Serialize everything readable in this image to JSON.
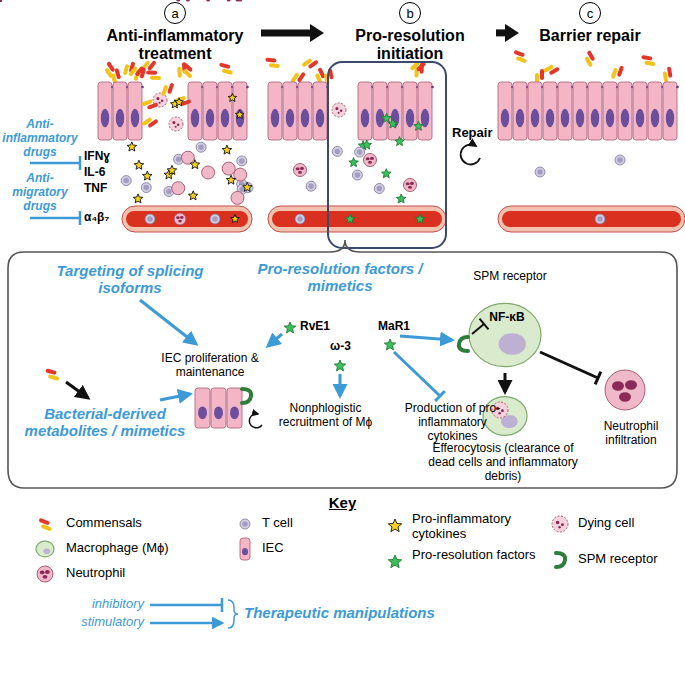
{
  "diagram": {
    "nodes": [
      {
        "text": [
          "a",
          "Anti-inflammatory treatment"
        ]
      },
      {
        "text": [
          "b",
          "Pro-resolution initiation"
        ]
      },
      {
        "text": [
          "c",
          "Barrier repair"
        ]
      }
    ],
    "edges": [
      {
        "from": 0,
        "to": 1,
        "arrow": "to"
      },
      {
        "from": 1,
        "to": 2,
        "arrow": "to"
      }
    ],
    "labels": [
      "Anti-inflammatory drugs",
      "IFNɣ",
      "IL-6",
      "TNF",
      "Anti-migratory drugs",
      "α₄β₇",
      "Repair",
      "Targeting of splicing isoforms",
      "Pro-resolution factors / mimetics",
      "RvE1",
      "ω-3",
      "MaR1",
      "SPM receptor",
      "NF-κB",
      "IEC proliferation & maintenance",
      "Nonphlogistic recruitment of Mϕ",
      "Production of pro-inflammatory cytokines",
      "Neutrophil infiltration",
      "Efferocytosis (clearance of dead cells and inflammatory debris)",
      "Bacterial-derived metabolites / mimetics",
      "Key",
      "Therapeutic manipulations"
    ],
    "legend": [
      {
        "text": "Commensals"
      },
      {
        "text": "Macrophage (Mϕ)"
      },
      {
        "text": "Neutrophil"
      },
      {
        "text": "T cell"
      },
      {
        "text": "IEC"
      },
      {
        "text": "Pro-inflammatory cytokines"
      },
      {
        "text": "Pro-resolution factors"
      },
      {
        "text": "Dying cell"
      },
      {
        "text": "SPM receptor"
      },
      {
        "text": "inhibitory"
      },
      {
        "text": "stimulatory"
      }
    ]
  }
}
